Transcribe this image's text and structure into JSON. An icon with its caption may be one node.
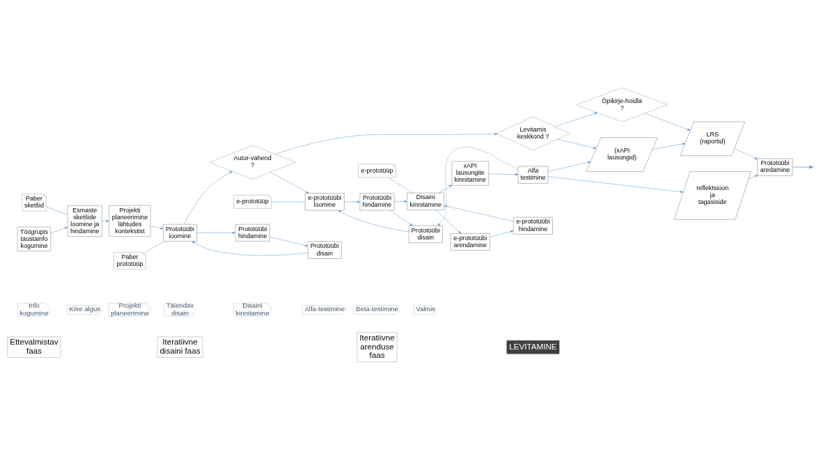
{
  "diagram": {
    "nodes": [
      {
        "text": [
          "Ettevalmistav faas"
        ]
      },
      {
        "text": [
          "Iteratiivne disaini faas"
        ]
      },
      {
        "text": [
          "Iteratiivne arenduse faas"
        ]
      },
      {
        "text": [
          "LEVITAMINE"
        ]
      },
      {
        "text": [
          "Info kogumine"
        ]
      },
      {
        "text": [
          "Kiire algus"
        ]
      },
      {
        "text": [
          "Projekti planeerimine"
        ]
      },
      {
        "text": [
          "Täiendav disain"
        ]
      },
      {
        "text": [
          "Disaini kinnitamine"
        ]
      },
      {
        "text": [
          "Alfa-testimine"
        ]
      },
      {
        "text": [
          "Beta-testimine"
        ]
      },
      {
        "text": [
          "Valmis"
        ]
      },
      {
        "text": [
          "Paber sketšid"
        ]
      },
      {
        "text": [
          "Esmaste sketšide loomine ja hindamine"
        ]
      },
      {
        "text": [
          "Töögrupis taustainfo kogumine"
        ]
      },
      {
        "text": [
          "Projekti planeerimine lähtudes kontekstist"
        ]
      },
      {
        "text": [
          "Paber prototüüp"
        ]
      },
      {
        "text": [
          "Prototüübi loomine"
        ]
      },
      {
        "text": [
          "Prototüübi disain"
        ]
      },
      {
        "text": [
          "Prototüübi hindamine"
        ]
      },
      {
        "text": [
          "Autor-vahend ?"
        ]
      },
      {
        "text": [
          "e-prototüüp"
        ]
      },
      {
        "text": [
          "e-prototüübi loomine"
        ]
      },
      {
        "text": [
          "Prototüübi disain"
        ]
      },
      {
        "text": [
          "Prototüübi hindamine"
        ]
      },
      {
        "text": [
          "e-prototüüp"
        ]
      },
      {
        "text": [
          "Disaini kinnitamine"
        ]
      },
      {
        "text": [
          "e-prototüübi arendamine"
        ]
      },
      {
        "text": [
          "e-prototüübi hindamine"
        ]
      },
      {
        "text": [
          "xAPI lausungite kinnitamine"
        ]
      },
      {
        "text": [
          "Alfa testimine"
        ]
      },
      {
        "text": [
          "Levitamis keskkond ?"
        ]
      },
      {
        "text": [
          "Õpikirje-hoidla ?"
        ]
      },
      {
        "text": [
          "(xAPI lausungid)"
        ]
      },
      {
        "text": [
          "reflektsioon ja tagasiside"
        ]
      },
      {
        "text": [
          "LRS (raportid)"
        ]
      },
      {
        "text": [
          "Prototüübi aredamine"
        ]
      }
    ],
    "edges": [
      {
        "from": 12,
        "to": 13,
        "arrow": "none"
      },
      {
        "from": 14,
        "to": 13,
        "arrow": "to"
      },
      {
        "from": 13,
        "to": 15,
        "arrow": "to"
      },
      {
        "from": 15,
        "to": 17,
        "arrow": "to"
      },
      {
        "from": 16,
        "to": 17,
        "arrow": "none"
      },
      {
        "from": 17,
        "to": 20,
        "arrow": "to"
      },
      {
        "from": 17,
        "to": 19,
        "arrow": "to"
      },
      {
        "from": 19,
        "to": 18,
        "arrow": "to"
      },
      {
        "from": 18,
        "to": 17,
        "arrow": "to"
      },
      {
        "from": 20,
        "to": 22,
        "arrow": "to"
      },
      {
        "from": 20,
        "to": 31,
        "arrow": "to"
      },
      {
        "from": 21,
        "to": 22,
        "arrow": "none"
      },
      {
        "from": 22,
        "to": 24,
        "arrow": "to"
      },
      {
        "from": 24,
        "to": 23,
        "arrow": "to"
      },
      {
        "from": 23,
        "to": 22,
        "arrow": "to"
      },
      {
        "from": 24,
        "to": 26,
        "arrow": "to"
      },
      {
        "from": 25,
        "to": 26,
        "arrow": "none"
      },
      {
        "from": 26,
        "to": 27,
        "arrow": "to"
      },
      {
        "from": 27,
        "to": 28,
        "arrow": "to"
      },
      {
        "from": 28,
        "to": 26,
        "arrow": "to"
      },
      {
        "from": 26,
        "to": 29,
        "arrow": "to"
      },
      {
        "from": 29,
        "to": 30,
        "arrow": "to"
      },
      {
        "from": 30,
        "to": 23,
        "arrow": "to",
        "style": "dashed"
      },
      {
        "from": 30,
        "to": 33,
        "arrow": "to"
      },
      {
        "from": 30,
        "to": 34,
        "arrow": "to"
      },
      {
        "from": 31,
        "to": 33,
        "arrow": "to"
      },
      {
        "from": 31,
        "to": 32,
        "arrow": "to"
      },
      {
        "from": 32,
        "to": 35,
        "arrow": "to"
      },
      {
        "from": 33,
        "to": 35,
        "arrow": "to"
      },
      {
        "from": 34,
        "to": 36,
        "arrow": "to"
      },
      {
        "from": 35,
        "to": 36,
        "arrow": "to"
      },
      {
        "from": 36,
        "to": null,
        "arrow": "to"
      }
    ]
  }
}
